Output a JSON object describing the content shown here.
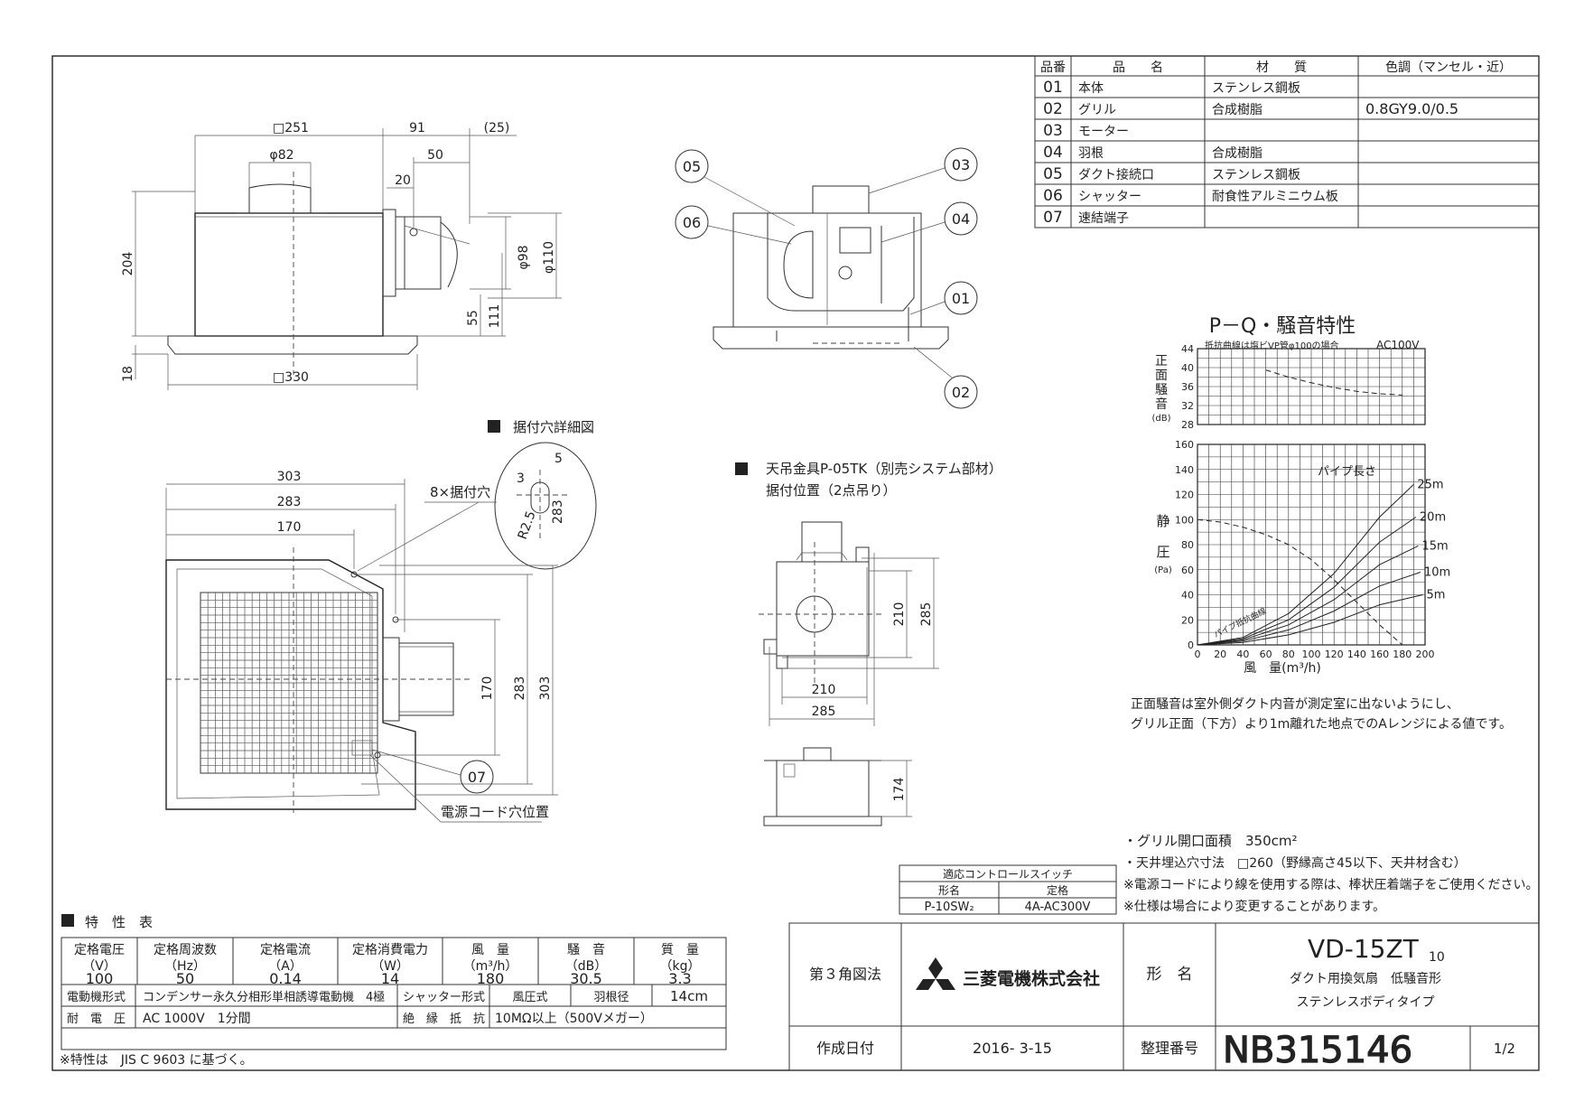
{
  "parts_table": {
    "headers": [
      "品番",
      "品　　名",
      "材　　質",
      "色調（マンセル・近）"
    ],
    "rows": [
      [
        "01",
        "本体",
        "ステンレス鋼板",
        ""
      ],
      [
        "02",
        "グリル",
        "合成樹脂",
        "0.8GY9.0/0.5"
      ],
      [
        "03",
        "モーター",
        "",
        ""
      ],
      [
        "04",
        "羽根",
        "合成樹脂",
        ""
      ],
      [
        "05",
        "ダクト接続口",
        "ステンレス鋼板",
        ""
      ],
      [
        "06",
        "シャッター",
        "耐食性アルミニウム板",
        ""
      ],
      [
        "07",
        "速結端子",
        "",
        ""
      ]
    ]
  },
  "callouts": [
    "05",
    "03",
    "06",
    "04",
    "01",
    "02",
    "07"
  ],
  "dims_side": {
    "sq251": "□251",
    "d91": "91",
    "d25": "(25)",
    "phi82": "φ82",
    "d50": "50",
    "d20": "20",
    "d204": "204",
    "phi98": "φ98",
    "phi110": "φ110",
    "d55": "55",
    "d111": "111",
    "d18": "18",
    "sq330": "□330"
  },
  "dims_bottom": {
    "d303h": "303",
    "d283h": "283",
    "d170h": "170",
    "holes": "8×据付穴",
    "d170v": "170",
    "d283v": "283",
    "d303v": "303",
    "cord": "電源コード穴位置"
  },
  "detail": {
    "title": "据付穴詳細図",
    "d5": "5",
    "d3": "3",
    "r25": "R2.5",
    "d283": "283"
  },
  "hanger": {
    "title": "天吊金具P-05TK（別売システム部材）",
    "subtitle": "据付位置（2点吊り）",
    "d210v": "210",
    "d285v": "285",
    "d210h": "210",
    "d285h": "285",
    "d174": "174"
  },
  "pq_chart": {
    "title": "P－Q・騒音特性",
    "note_curve": "抵抗曲線は塩ビVP管φ100の場合",
    "voltage": "AC100V",
    "noise_label": [
      "正",
      "面",
      "騒",
      "音",
      "(dB)"
    ],
    "pressure_label": [
      "静",
      "圧",
      "(Pa)"
    ],
    "xlabel": "風　量(m³/h)",
    "pipe_label": "パイプ長さ",
    "resistance_label": "パイプ抵抗曲線",
    "pipe_lengths": [
      "25m",
      "20m",
      "15m",
      "10m",
      "5m"
    ]
  },
  "chart_data": [
    {
      "type": "line",
      "title": "",
      "ylabel": "正面騒音(dB)",
      "xlim": [
        0,
        200
      ],
      "ylim": [
        28,
        44
      ],
      "x_ticks": [
        0,
        20,
        40,
        60,
        80,
        100,
        120,
        140,
        160,
        180,
        200
      ],
      "y_ticks": [
        28,
        32,
        36,
        40,
        44
      ],
      "series": [
        {
          "x": [
            60,
            80,
            100,
            120,
            140,
            160,
            180
          ],
          "y": [
            39.5,
            38,
            36.8,
            35.8,
            35,
            34.5,
            34.2
          ]
        }
      ]
    },
    {
      "type": "line",
      "title": "",
      "xlabel": "風　量(m³/h)",
      "ylabel": "静圧(Pa)",
      "xlim": [
        0,
        200
      ],
      "ylim": [
        0,
        160
      ],
      "x_ticks": [
        0,
        20,
        40,
        60,
        80,
        100,
        120,
        140,
        160,
        180,
        200
      ],
      "y_ticks": [
        0,
        20,
        40,
        60,
        80,
        100,
        120,
        140,
        160
      ],
      "series": [
        {
          "x": [
            0,
            20,
            40,
            60,
            80,
            100,
            120,
            140,
            160,
            180
          ],
          "y": [
            100,
            98,
            94,
            88,
            80,
            68,
            52,
            34,
            16,
            0
          ]
        },
        {
          "name": "25m",
          "x": [
            0,
            40,
            80,
            120,
            160,
            190
          ],
          "y": [
            0,
            6,
            25,
            57,
            102,
            128
          ]
        },
        {
          "name": "20m",
          "x": [
            0,
            40,
            80,
            120,
            160,
            192
          ],
          "y": [
            0,
            5,
            20,
            46,
            82,
            102
          ]
        },
        {
          "name": "15m",
          "x": [
            0,
            40,
            80,
            120,
            160,
            194
          ],
          "y": [
            0,
            4,
            16,
            36,
            64,
            79
          ]
        },
        {
          "name": "10m",
          "x": [
            0,
            40,
            80,
            120,
            160,
            196
          ],
          "y": [
            0,
            3,
            12,
            27,
            47,
            58
          ]
        },
        {
          "name": "5m",
          "x": [
            0,
            40,
            80,
            120,
            160,
            198
          ],
          "y": [
            0,
            2,
            8,
            18,
            32,
            40
          ]
        }
      ]
    }
  ],
  "notes_right": [
    "正面騒音は室外側ダクト内音が測定室に出ないようにし、",
    "グリル正面（下方）より1m離れた地点でのAレンジによる値です。"
  ],
  "spec_notes": [
    "・グリル開口面積　350cm²",
    "・天井埋込穴寸法　□260（野縁高さ45以下、天井材含む）",
    "※電源コードにより線を使用する際は、棒状圧着端子をご使用ください。",
    "※仕様は場合により変更することがあります。"
  ],
  "switch_table": {
    "title": "適応コントロールスイッチ",
    "headers": [
      "形名",
      "定格"
    ],
    "row": [
      "P-10SW₂",
      "4A-AC300V"
    ]
  },
  "spec_table": {
    "title": "特　性　表",
    "headers": [
      "定格電圧",
      "定格周波数",
      "定格電流",
      "定格消費電力",
      "風　量",
      "騒　音",
      "質　量"
    ],
    "units": [
      "（V）",
      "（Hz）",
      "（A）",
      "（W）",
      "（m³/h）",
      "（dB）",
      "（kg）"
    ],
    "values": [
      "100",
      "50",
      "0.14",
      "14",
      "180",
      "30.5",
      "3.3"
    ],
    "motor_label": "電動機形式",
    "motor_value": "コンデンサー永久分相形単相誘導電動機　4極",
    "shutter_label": "シャッター形式",
    "shutter_value": "風圧式",
    "blade_label": "羽根径",
    "blade_value": "14cm",
    "withstand_label": "耐　電　圧",
    "withstand_value": "AC 1000V　1分間",
    "insulation_label": "絶　縁　抵　抗",
    "insulation_value": "10MΩ以上（500Vメガー）",
    "footnote": "※特性は　JIS C 9603 に基づく。"
  },
  "title_block": {
    "projection": "第３角図法",
    "company": "三菱電機株式会社",
    "model_label": "形　名",
    "model": "VD-15ZT",
    "model_sub": "10",
    "desc1": "ダクト用換気扇　低騒音形",
    "desc2": "ステンレスボディタイプ",
    "date_label": "作成日付",
    "date": "2016- 3-15",
    "number_label": "整理番号",
    "number": "NB315146",
    "page": "1/2"
  }
}
